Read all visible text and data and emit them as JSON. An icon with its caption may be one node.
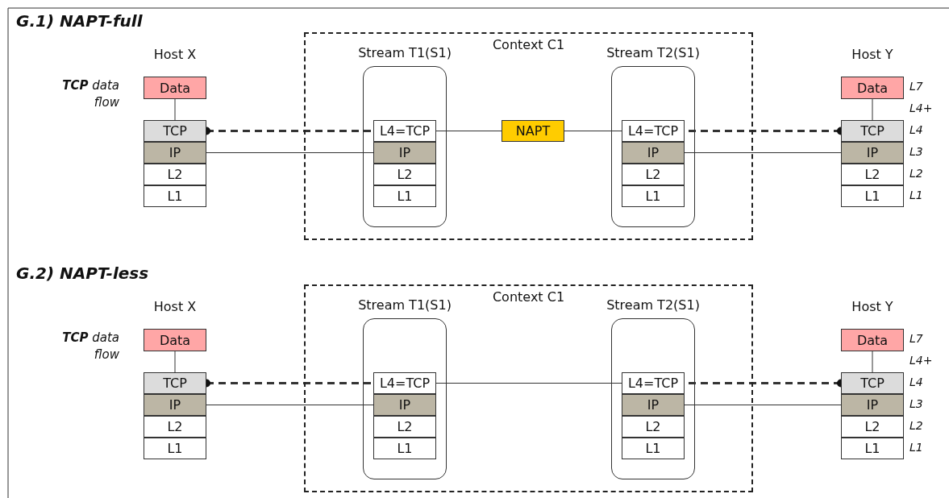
{
  "diagram": {
    "nodes": [
      {
        "text": [
          "Data"
        ]
      },
      {
        "text": [
          "TCP"
        ]
      },
      {
        "text": [
          "IP"
        ]
      },
      {
        "text": [
          "L2"
        ]
      },
      {
        "text": [
          "L1"
        ]
      },
      {
        "text": [
          "Context C1"
        ]
      },
      {
        "text": [
          "Stream T1(S1)"
        ],
        "in": 5
      },
      {
        "text": [
          "L4=TCP"
        ],
        "in": 6
      },
      {
        "text": [
          "IP"
        ],
        "in": 6
      },
      {
        "text": [
          "L2"
        ],
        "in": 6
      },
      {
        "text": [
          "L1"
        ],
        "in": 6
      },
      {
        "text": [
          "NAPT"
        ],
        "in": 5
      },
      {
        "text": [
          "Stream T2(S1)"
        ],
        "in": 5
      },
      {
        "text": [
          "L4=TCP"
        ],
        "in": 12
      },
      {
        "text": [
          "IP"
        ],
        "in": 12
      },
      {
        "text": [
          "L2"
        ],
        "in": 12
      },
      {
        "text": [
          "L1"
        ],
        "in": 12
      },
      {
        "text": [
          "Data"
        ]
      },
      {
        "text": [
          "TCP"
        ]
      },
      {
        "text": [
          "IP"
        ]
      },
      {
        "text": [
          "L2"
        ]
      },
      {
        "text": [
          "L1"
        ]
      },
      {
        "text": [
          "Data"
        ]
      },
      {
        "text": [
          "TCP"
        ]
      },
      {
        "text": [
          "IP"
        ]
      },
      {
        "text": [
          "L2"
        ]
      },
      {
        "text": [
          "L1"
        ]
      },
      {
        "text": [
          "Context C1"
        ]
      },
      {
        "text": [
          "Stream T1(S1)"
        ],
        "in": 27
      },
      {
        "text": [
          "L4=TCP"
        ],
        "in": 28
      },
      {
        "text": [
          "IP"
        ],
        "in": 28
      },
      {
        "text": [
          "L2"
        ],
        "in": 28
      },
      {
        "text": [
          "L1"
        ],
        "in": 28
      },
      {
        "text": [
          "Stream T2(S1)"
        ],
        "in": 27
      },
      {
        "text": [
          "L4=TCP"
        ],
        "in": 33
      },
      {
        "text": [
          "IP"
        ],
        "in": 33
      },
      {
        "text": [
          "L2"
        ],
        "in": 33
      },
      {
        "text": [
          "L1"
        ],
        "in": 33
      },
      {
        "text": [
          "Data"
        ]
      },
      {
        "text": [
          "TCP"
        ]
      },
      {
        "text": [
          "IP"
        ]
      },
      {
        "text": [
          "L2"
        ]
      },
      {
        "text": [
          "L1"
        ]
      }
    ],
    "edges": [
      {
        "from": 0,
        "to": 1,
        "arrow": "none"
      },
      {
        "from": 1,
        "to": 7,
        "arrow": "other",
        "style": "dashed"
      },
      {
        "from": 2,
        "to": 8,
        "arrow": "none"
      },
      {
        "from": 7,
        "to": 11,
        "arrow": "none"
      },
      {
        "from": 11,
        "to": 13,
        "arrow": "none"
      },
      {
        "from": 18,
        "to": 13,
        "arrow": "other",
        "style": "dashed"
      },
      {
        "from": 19,
        "to": 14,
        "arrow": "none"
      },
      {
        "from": 17,
        "to": 18,
        "arrow": "none"
      },
      {
        "from": 22,
        "to": 23,
        "arrow": "none"
      },
      {
        "from": 23,
        "to": 29,
        "arrow": "other",
        "style": "dashed"
      },
      {
        "from": 24,
        "to": 30,
        "arrow": "none"
      },
      {
        "from": 29,
        "to": 34,
        "arrow": "none"
      },
      {
        "from": 39,
        "to": 34,
        "arrow": "other",
        "style": "dashed"
      },
      {
        "from": 40,
        "to": 35,
        "arrow": "none"
      },
      {
        "from": 38,
        "to": 39,
        "arrow": "none"
      }
    ],
    "labels": [
      "G.1) NAPT-full",
      "Host X",
      "**TCP** data flow",
      "Host Y",
      "L7",
      "L4+",
      "L4",
      "L3",
      "L2",
      "L1",
      "G.2) NAPT-less",
      "Host X",
      "**TCP** data flow",
      "Host Y",
      "L7",
      "L4+",
      "L4",
      "L3",
      "L2",
      "L1"
    ]
  }
}
